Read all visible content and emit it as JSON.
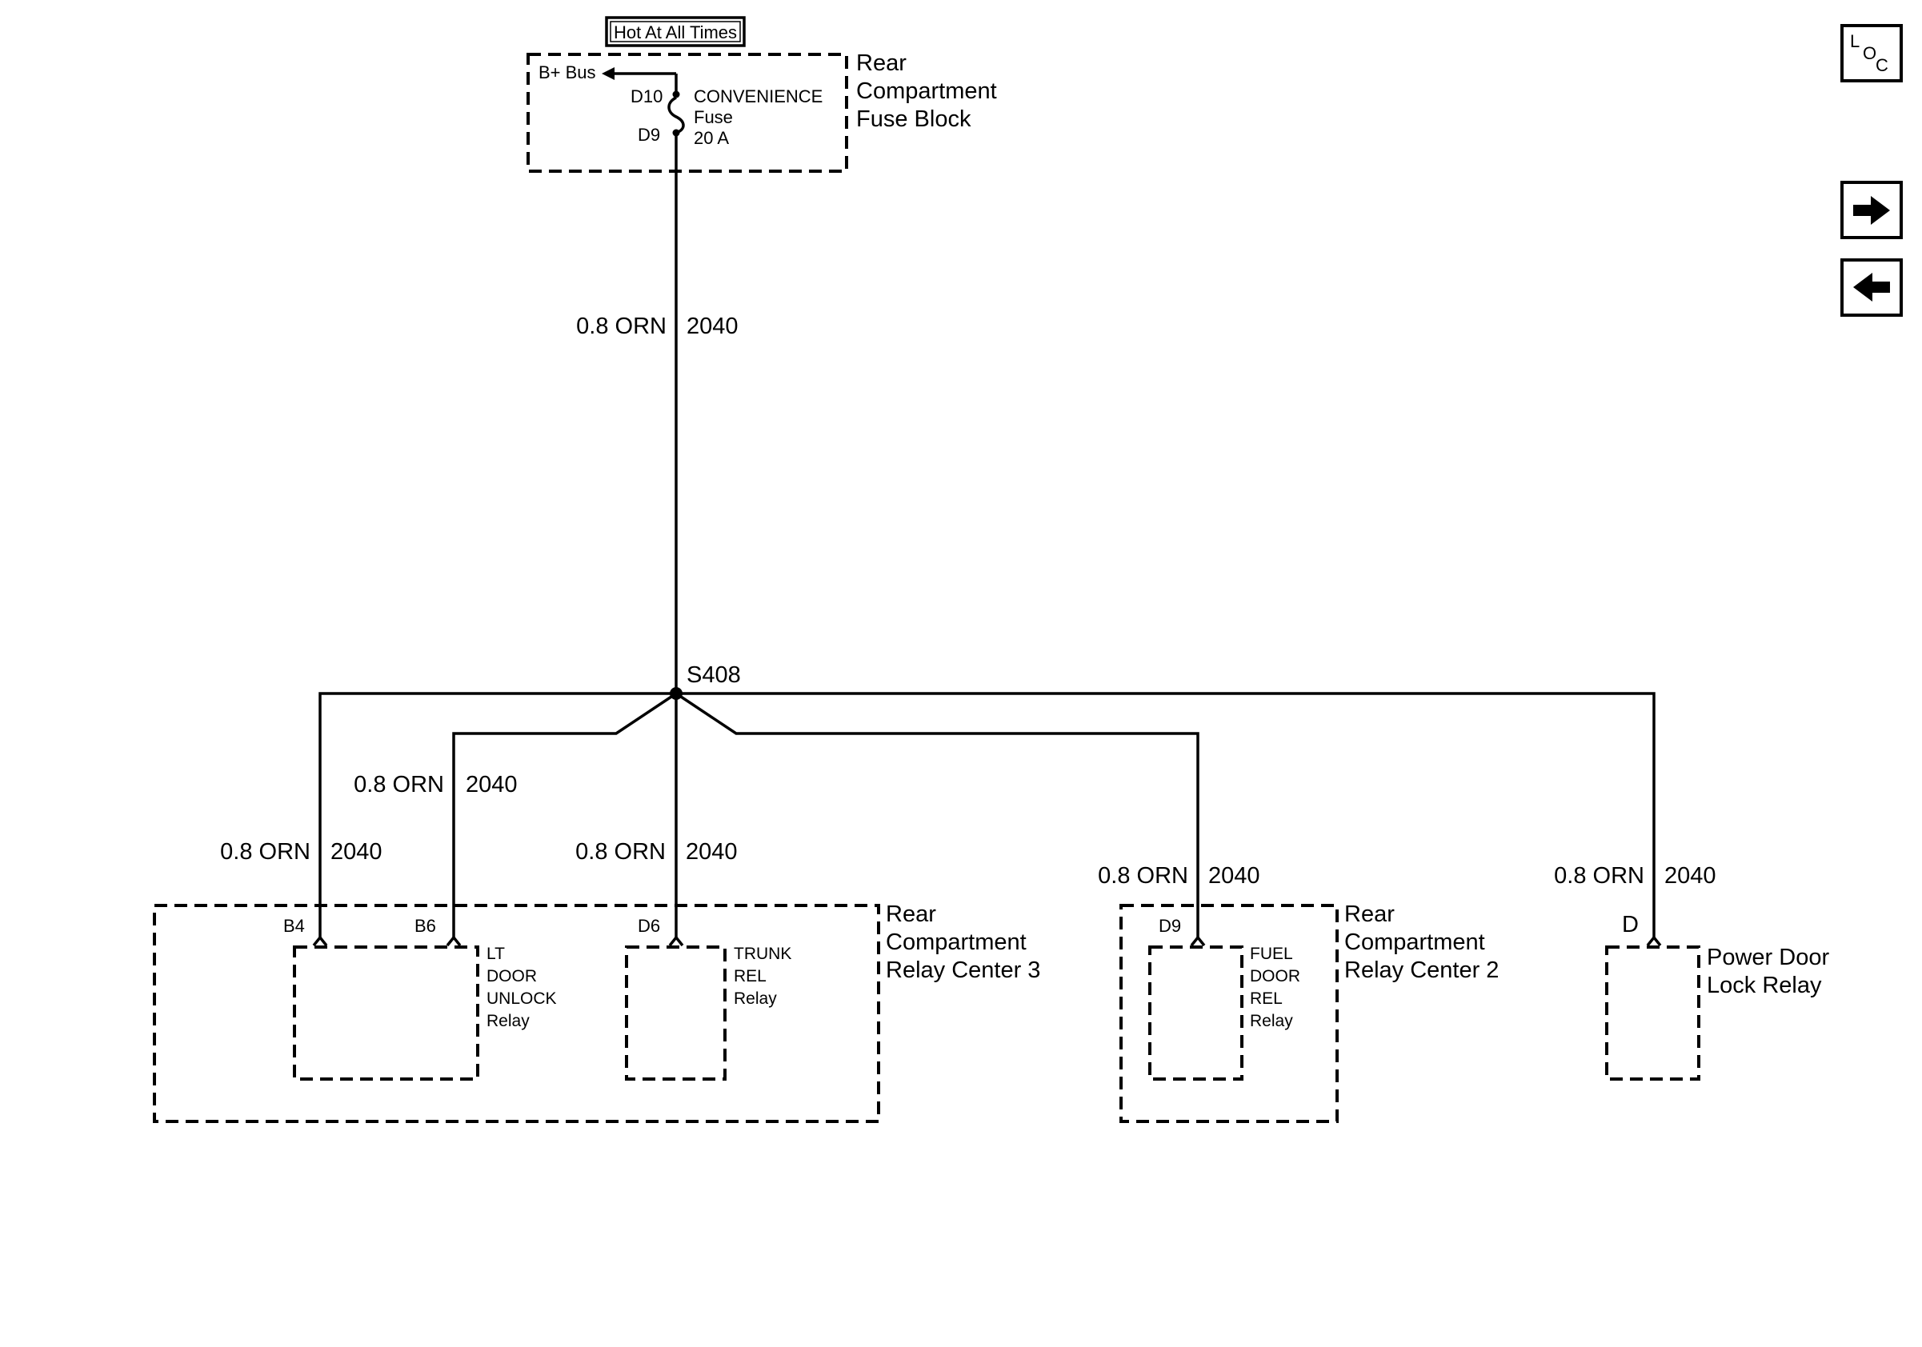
{
  "hot_label": "Hot At All Times",
  "fuse_block": {
    "title_lines": [
      "Rear",
      "Compartment",
      "Fuse Block"
    ],
    "bus_label": "B+ Bus",
    "pin_top": "D10",
    "pin_bottom": "D9",
    "fuse_lines": [
      "CONVENIENCE",
      "Fuse",
      "20 A"
    ]
  },
  "splice": "S408",
  "wires": {
    "main": {
      "gauge_color": "0.8 ORN",
      "circuit": "2040"
    },
    "b6": {
      "gauge_color": "0.8 ORN",
      "circuit": "2040"
    },
    "b4": {
      "gauge_color": "0.8 ORN",
      "circuit": "2040"
    },
    "d6": {
      "gauge_color": "0.8 ORN",
      "circuit": "2040"
    },
    "fuel": {
      "gauge_color": "0.8 ORN",
      "circuit": "2040"
    },
    "power_lock": {
      "gauge_color": "0.8 ORN",
      "circuit": "2040"
    }
  },
  "relay_center_3": {
    "title_lines": [
      "Rear",
      "Compartment",
      "Relay Center 3"
    ],
    "pin_b4": "B4",
    "pin_b6": "B6",
    "pin_d6": "D6",
    "lt_door_relay_lines": [
      "LT",
      "DOOR",
      "UNLOCK",
      "Relay"
    ],
    "trunk_relay_lines": [
      "TRUNK",
      "REL",
      "Relay"
    ]
  },
  "relay_center_2": {
    "title_lines": [
      "Rear",
      "Compartment",
      "Relay Center 2"
    ],
    "pin_d9": "D9",
    "fuel_relay_lines": [
      "FUEL",
      "DOOR",
      "REL",
      "Relay"
    ]
  },
  "power_door_lock": {
    "pin": "D",
    "title_lines": [
      "Power Door",
      "Lock Relay"
    ]
  },
  "nav": {
    "loc_glyph": [
      "L",
      "O",
      "C"
    ],
    "next_icon": "right-arrow-icon",
    "prev_icon": "left-arrow-icon"
  }
}
